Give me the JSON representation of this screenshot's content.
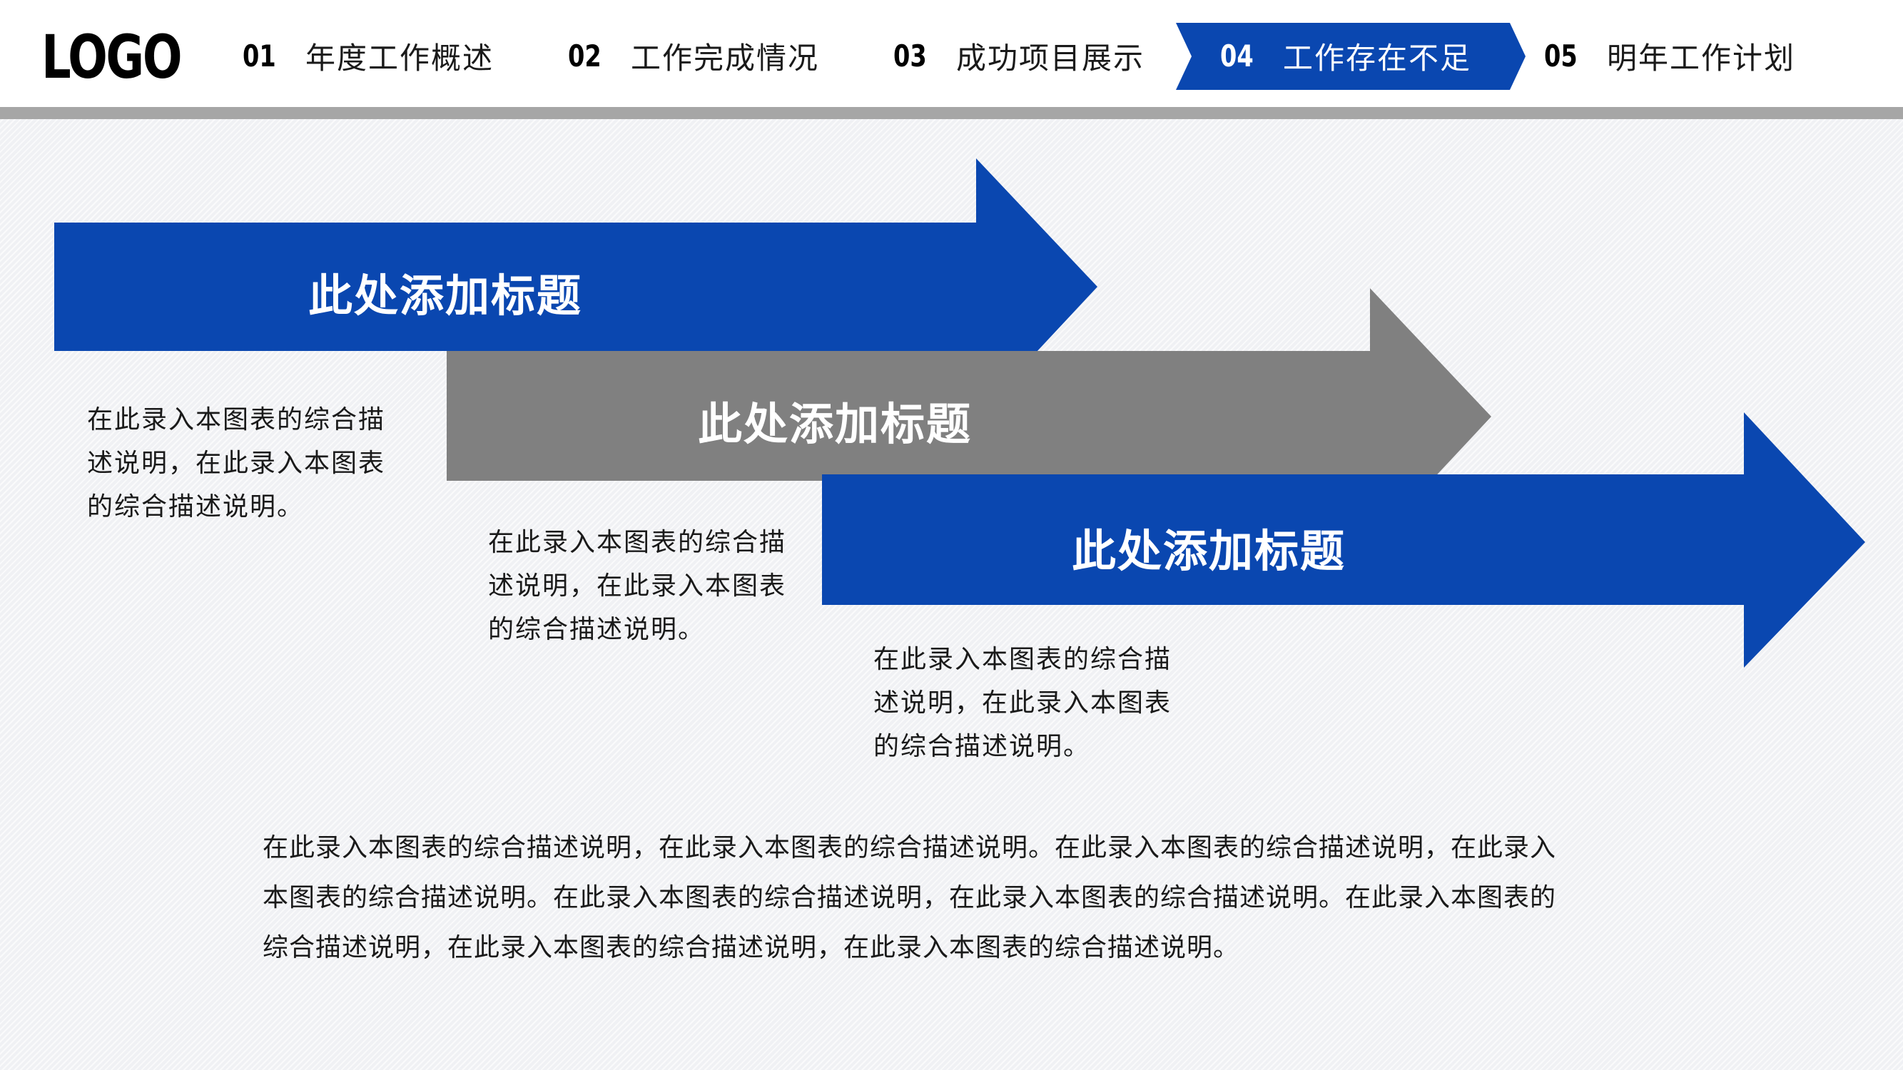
{
  "header": {
    "logo": "LOGO",
    "nav": [
      {
        "num": "01",
        "label": "年度工作概述",
        "active": false
      },
      {
        "num": "02",
        "label": "工作完成情况",
        "active": false
      },
      {
        "num": "03",
        "label": "成功项目展示",
        "active": false
      },
      {
        "num": "04",
        "label": "工作存在不足",
        "active": true
      },
      {
        "num": "05",
        "label": "明年工作计划",
        "active": false
      }
    ]
  },
  "colors": {
    "accent_blue": "#0a47b0",
    "gray_arrow": "#808080",
    "header_rule": "#a6a6a6"
  },
  "steps": [
    {
      "title": "此处添加标题",
      "color": "#0a47b0",
      "description": "在此录入本图表的综合描述说明，在此录入本图表的综合描述说明。"
    },
    {
      "title": "此处添加标题",
      "color": "#808080",
      "description": "在此录入本图表的综合描述说明，在此录入本图表的综合描述说明。"
    },
    {
      "title": "此处添加标题",
      "color": "#0a47b0",
      "description": "在此录入本图表的综合描述说明，在此录入本图表的综合描述说明。"
    }
  ],
  "summary": "在此录入本图表的综合描述说明，在此录入本图表的综合描述说明。在此录入本图表的综合描述说明，在此录入本图表的综合描述说明。在此录入本图表的综合描述说明，在此录入本图表的综合描述说明。在此录入本图表的综合描述说明，在此录入本图表的综合描述说明，在此录入本图表的综合描述说明。"
}
